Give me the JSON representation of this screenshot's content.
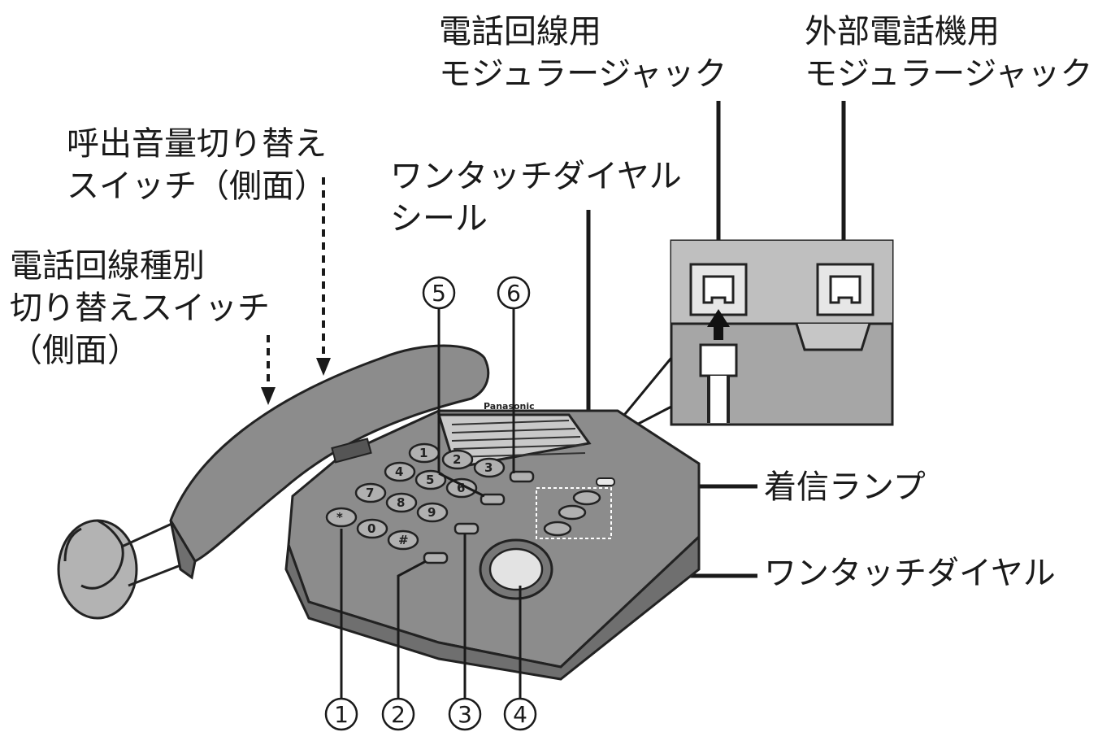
{
  "labels": {
    "line_jack_1": "電話回線用",
    "line_jack_2": "モジュラージャック",
    "ext_jack_1": "外部電話機用",
    "ext_jack_2": "モジュラージャック",
    "ringer_1": "呼出音量切り替え",
    "ringer_2": "スイッチ（側面）",
    "onetouch_seal_1": "ワンタッチダイヤル",
    "onetouch_seal_2": "シール",
    "linetype_1": "電話回線種別",
    "linetype_2": "切り替えスイッチ",
    "linetype_3": "（側面）",
    "incoming_lamp": "着信ランプ",
    "onetouch_dial": "ワンタッチダイヤル"
  },
  "callouts": {
    "c1": "①",
    "c2": "②",
    "c3": "③",
    "c4": "④",
    "c5": "⑤",
    "c6": "⑥"
  },
  "brand": "Panasonic",
  "keypad": {
    "k1": "1",
    "k2": "2",
    "k3": "3",
    "k4": "4",
    "k5": "5",
    "k6": "6",
    "k7": "7",
    "k8": "8",
    "k9": "9",
    "kstar": "*",
    "k0": "0",
    "khash": "#"
  }
}
